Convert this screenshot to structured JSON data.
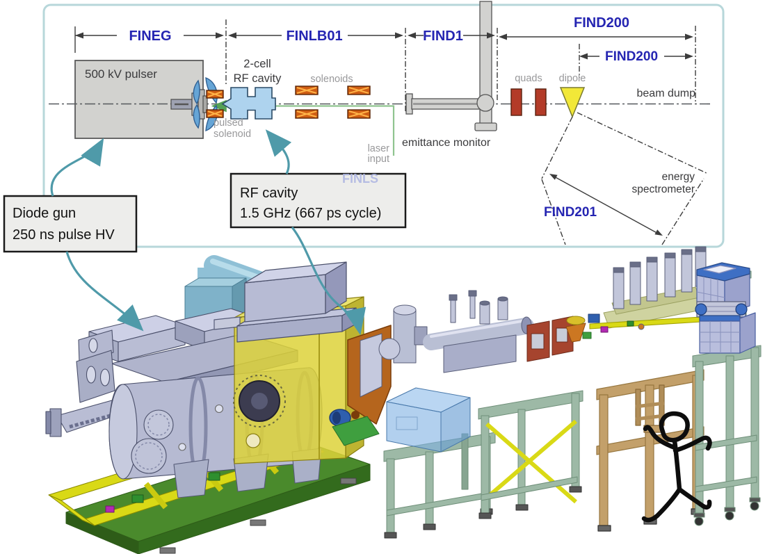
{
  "schematic": {
    "section_labels": {
      "fineg": "FINEG",
      "finlb01": "FINLB01",
      "find1": "FIND1",
      "find200_top": "FIND200",
      "find200_inner": "FIND200",
      "find201": "FIND201",
      "finls": "FINLS"
    },
    "component_labels": {
      "pulser": "500 kV pulser",
      "cavity_line1": "2-cell",
      "cavity_line2": "RF cavity",
      "solenoids": "solenoids",
      "pulsed_solenoid_line1": "pulsed",
      "pulsed_solenoid_line2": "solenoid",
      "laser_line1": "laser",
      "laser_line2": "input",
      "emittance_monitor": "emittance monitor",
      "quads": "quads",
      "dipole": "dipole",
      "beam_dump": "beam dump",
      "energy_line1": "energy",
      "energy_line2": "spectrometer"
    },
    "colors": {
      "section_label": "#2525b2",
      "muted_label": "#98989a",
      "dark_label": "#3a3a3c",
      "diagram_border": "#b7d7da",
      "dimension_line": "#3c3c3c",
      "beam_axis": "#55585c",
      "cavity_fill": "#aed3ee",
      "cavity_stroke": "#2a4a66",
      "solenoid_fill": "#cf5d13",
      "solenoid_x": "#ffb347",
      "solenoid_stroke": "#5a2505",
      "quad_fill": "#b33b28",
      "dipole_fill": "#f2e838",
      "laser_green": "#8fc48f",
      "finls_label": "#aeb6e2",
      "pulser_fill": "#d2d2cf",
      "hardware_gray": "#d2d2d0"
    }
  },
  "callouts": {
    "diode_gun": {
      "line1": "Diode gun",
      "line2": "250 ns pulse HV"
    },
    "rf_cavity": {
      "line1": "RF cavity",
      "line2": "1.5 GHz (667 ps cycle)"
    },
    "bg": "#ededeb",
    "border": "#1a1a1a",
    "arrow_teal": "#4f9aa9"
  },
  "model3d": {
    "stick_figure_stroke": "#0d0d0d",
    "palette": {
      "tank_gray": "#b6bad2",
      "enclosure_yellow": "#ddd23a",
      "skid_green": "#4a8a2c",
      "rail_yellow": "#d9d916",
      "table_sage": "#9db9a6",
      "frame_tan": "#c3a06a",
      "duct_teal": "#8fc0d6",
      "crate_blue": "#3e6fc4",
      "magnet_red": "#a6442e"
    }
  }
}
